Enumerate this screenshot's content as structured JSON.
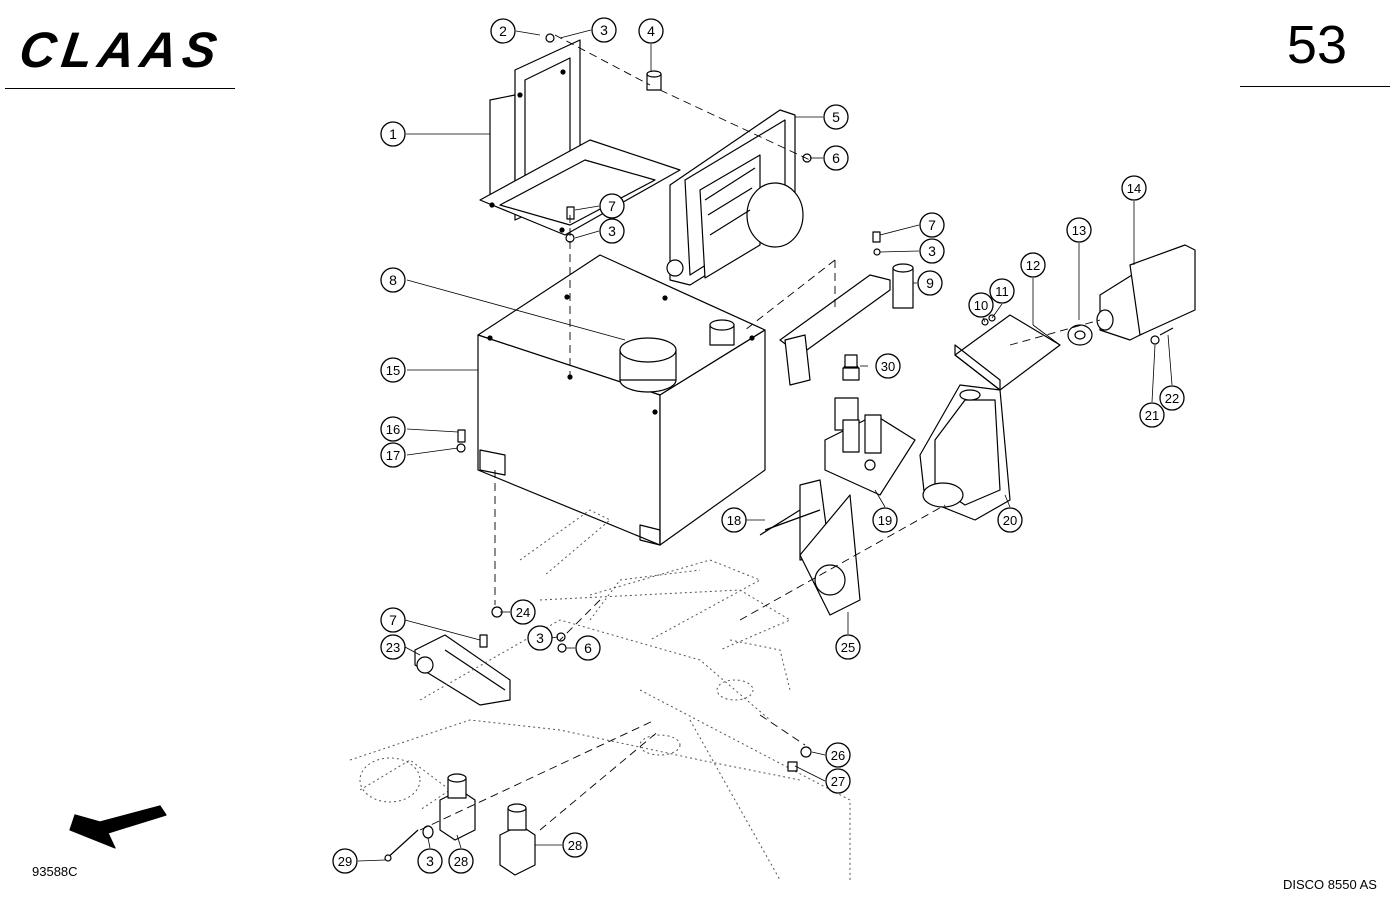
{
  "header": {
    "brand": "CLAAS",
    "page_number": "53"
  },
  "footer": {
    "drawing_code": "93588C",
    "model": "DISCO 8550 AS"
  },
  "callouts": [
    "1",
    "2",
    "3",
    "3",
    "3",
    "3",
    "3",
    "4",
    "5",
    "6",
    "6",
    "7",
    "7",
    "7",
    "8",
    "9",
    "10",
    "11",
    "12",
    "13",
    "14",
    "15",
    "16",
    "17",
    "18",
    "19",
    "20",
    "21",
    "22",
    "23",
    "24",
    "25",
    "26",
    "27",
    "28",
    "28",
    "29",
    "30"
  ]
}
